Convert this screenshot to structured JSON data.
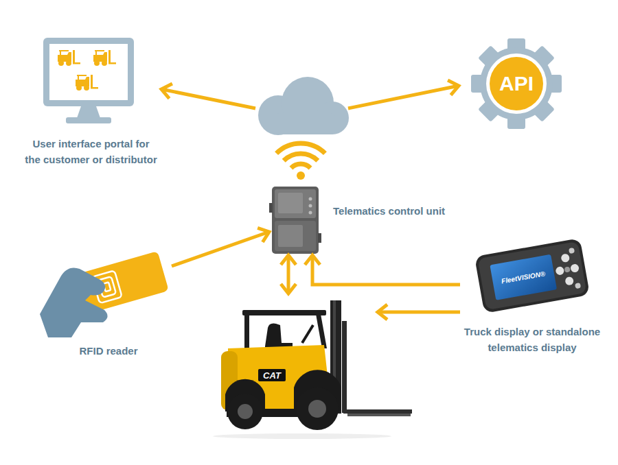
{
  "diagram": {
    "nodes": [
      {
        "text": [
          "User interface portal for the customer or distributor"
        ]
      },
      {
        "text": []
      },
      {
        "text": [
          "API"
        ]
      },
      {
        "text": [
          "Telematics control unit"
        ]
      },
      {
        "text": [
          "RFID reader"
        ]
      },
      {
        "text": [
          "FleetVISION®",
          "Truck display or standalone telematics display"
        ]
      },
      {
        "text": [
          "CAT"
        ]
      }
    ],
    "edges": [
      {
        "from": 1,
        "to": 0,
        "arrow": "to"
      },
      {
        "from": 1,
        "to": 2,
        "arrow": "to"
      },
      {
        "from": 4,
        "to": 3,
        "arrow": "to"
      },
      {
        "from": 3,
        "to": 6,
        "arrow": "both"
      },
      {
        "from": 5,
        "to": 3,
        "arrow": "to"
      },
      {
        "from": 5,
        "to": 6,
        "arrow": "to"
      }
    ]
  }
}
